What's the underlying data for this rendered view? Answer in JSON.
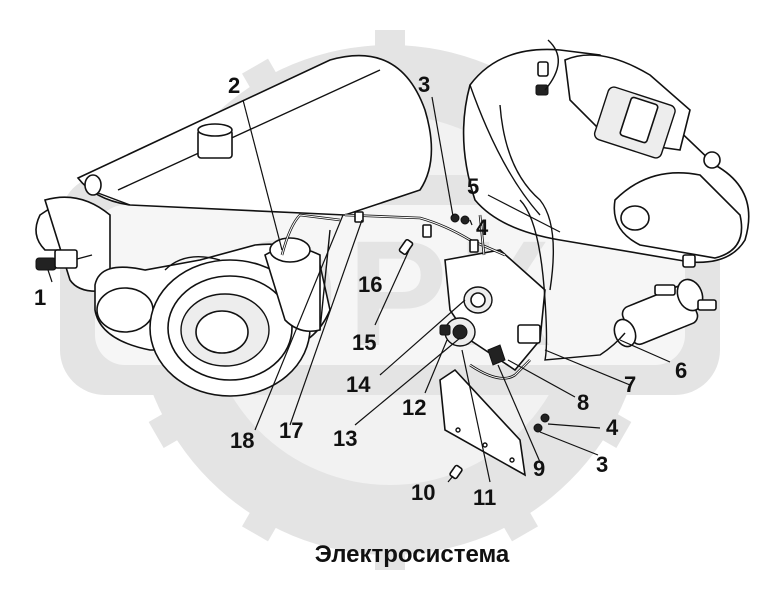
{
  "caption": "Электросистема",
  "watermark": "ОРК",
  "callouts": [
    "1",
    "2",
    "3",
    "4",
    "5",
    "6",
    "7",
    "8",
    "9",
    "10",
    "11",
    "12",
    "13",
    "14",
    "15",
    "16",
    "17",
    "18"
  ],
  "extra_callouts": [
    "4",
    "3"
  ],
  "icons": [
    "gear-watermark-icon"
  ],
  "colors": {
    "ink": "#111111",
    "watermark": "#e4e4e4",
    "background": "#ffffff"
  }
}
